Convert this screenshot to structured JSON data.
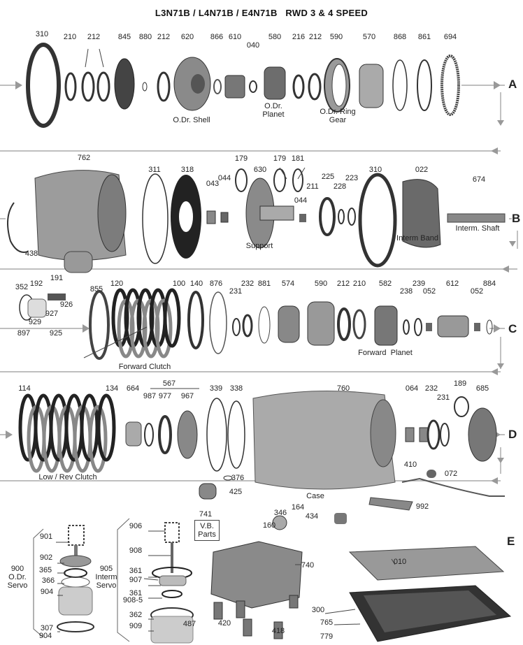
{
  "title": "L3N71B / L4N71B / E4N71B   RWD 3 & 4 SPEED",
  "row_letters": [
    "A",
    "B",
    "C",
    "D",
    "E"
  ],
  "rows": {
    "a": [
      "310",
      "210",
      "212",
      "845",
      "880",
      "212",
      "620",
      "866",
      "610",
      "040",
      "580",
      "216",
      "212",
      "590",
      "570",
      "868",
      "861",
      "694",
      "O.Dr. Shell",
      "O.Dr.\nPlanet",
      "O.Dr. Ring\nGear"
    ],
    "b": [
      "762",
      "311",
      "318",
      "179",
      "630",
      "179",
      "181",
      "043",
      "044",
      "225",
      "228",
      "223",
      "211",
      "044",
      "310",
      "022",
      "674",
      "Interm. Shaft",
      "Interm Band",
      "Support",
      "438"
    ],
    "c": [
      "352",
      "192",
      "191",
      "926",
      "927",
      "929",
      "897",
      "925",
      "855",
      "120",
      "100",
      "140",
      "876",
      "232",
      "231",
      "881",
      "574",
      "590",
      "212",
      "210",
      "582",
      "238",
      "239",
      "052",
      "612",
      "052",
      "884",
      "Forward Clutch",
      "Forward  Planet"
    ],
    "d": [
      "114",
      "134",
      "664",
      "567",
      "987",
      "977",
      "967",
      "339",
      "338",
      "760",
      "064",
      "232",
      "189",
      "231",
      "685",
      "Low / Rev Clutch",
      "376",
      "425",
      "Case",
      "410",
      "072",
      "992"
    ],
    "e": [
      "741",
      "164",
      "346",
      "160",
      "434",
      "740",
      "010",
      "300",
      "765",
      "779",
      "420",
      "418",
      "487",
      "901",
      "902",
      "365",
      "366",
      "904",
      "307",
      "904",
      "900\nO.Dr.\nServo",
      "906",
      "908",
      "361",
      "907",
      "361",
      "908-5",
      "362",
      "909",
      "905\nInterm\nServo"
    ]
  },
  "vb_box": "V.B.\nParts"
}
